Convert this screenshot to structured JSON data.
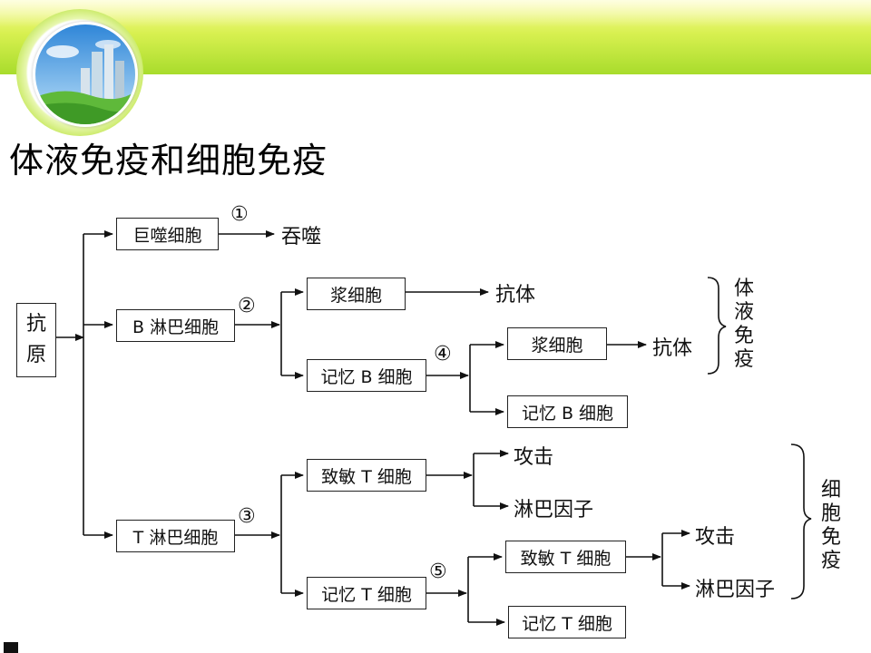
{
  "title": "体液免疫和细胞免疫",
  "nodes": {
    "antigen": [
      "抗",
      "原"
    ],
    "macrophage": "巨噬细胞",
    "b_cell": "B 淋巴细胞",
    "t_cell": "T 淋巴细胞",
    "plasma_1": "浆细胞",
    "memory_b_1": "记忆 B 细胞",
    "plasma_2": "浆细胞",
    "memory_b_2": "记忆 B 细胞",
    "effector_t_1": "致敏 T 细胞",
    "memory_t_1": "记忆 T 细胞",
    "effector_t_2": "致敏 T 细胞",
    "memory_t_2": "记忆 T 细胞"
  },
  "outputs": {
    "engulf": "吞噬",
    "antibody_1": "抗体",
    "antibody_2": "抗体",
    "attack_1": "攻击",
    "lymphokine_1": "淋巴因子",
    "attack_2": "攻击",
    "lymphokine_2": "淋巴因子"
  },
  "step_markers": [
    "①",
    "②",
    "③",
    "④",
    "⑤"
  ],
  "brace_labels": {
    "humoral": "体液免疫",
    "cellular": "细胞免疫"
  }
}
